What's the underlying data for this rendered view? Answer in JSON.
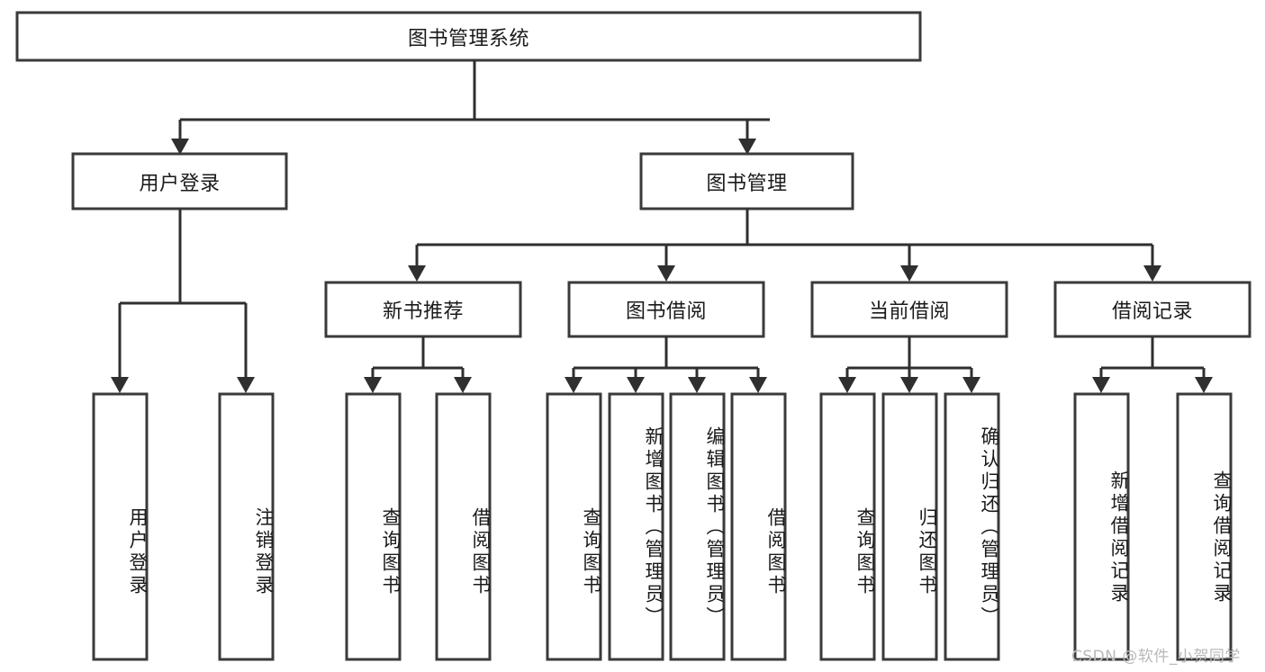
{
  "diagram": {
    "type": "hierarchy-tree",
    "title": "图书管理系统",
    "watermark": "CSDN @软件_小贺同学",
    "colors": {
      "box_stroke": "#3a3a3a",
      "box_fill": "#ffffff",
      "connector": "#2f2f2f",
      "text": "#1a1a1a",
      "watermark": "#b9b9b9",
      "background": "#ffffff"
    },
    "nodes": {
      "root": {
        "label": "图书管理系统"
      },
      "level2": [
        {
          "id": "user-login",
          "label": "用户登录"
        },
        {
          "id": "book-management",
          "label": "图书管理"
        }
      ],
      "level3": [
        {
          "id": "new-book-recommend",
          "label": "新书推荐"
        },
        {
          "id": "book-borrow",
          "label": "图书借阅"
        },
        {
          "id": "current-borrow",
          "label": "当前借阅"
        },
        {
          "id": "borrow-record",
          "label": "借阅记录"
        }
      ],
      "leaves": {
        "user-login": [
          {
            "id": "leaf-user-login",
            "label": "用户登录"
          },
          {
            "id": "leaf-logout-login",
            "label": "注销登录"
          }
        ],
        "new-book-recommend": [
          {
            "id": "leaf-query-book-1",
            "label": "查询图书"
          },
          {
            "id": "leaf-borrow-book-1",
            "label": "借阅图书"
          }
        ],
        "book-borrow": [
          {
            "id": "leaf-query-book-2",
            "label": "查询图书"
          },
          {
            "id": "leaf-add-book-admin",
            "label": "新增图书（管理员）"
          },
          {
            "id": "leaf-edit-book-admin",
            "label": "编辑图书（管理员）"
          },
          {
            "id": "leaf-borrow-book-2",
            "label": "借阅图书"
          }
        ],
        "current-borrow": [
          {
            "id": "leaf-query-book-3",
            "label": "查询图书"
          },
          {
            "id": "leaf-return-book",
            "label": "归还图书"
          },
          {
            "id": "leaf-confirm-return-admin",
            "label": "确认归还（管理员）"
          }
        ],
        "borrow-record": [
          {
            "id": "leaf-add-borrow-record",
            "label": "新增借阅记录"
          },
          {
            "id": "leaf-query-borrow-record",
            "label": "查询借阅记录"
          }
        ]
      }
    }
  }
}
